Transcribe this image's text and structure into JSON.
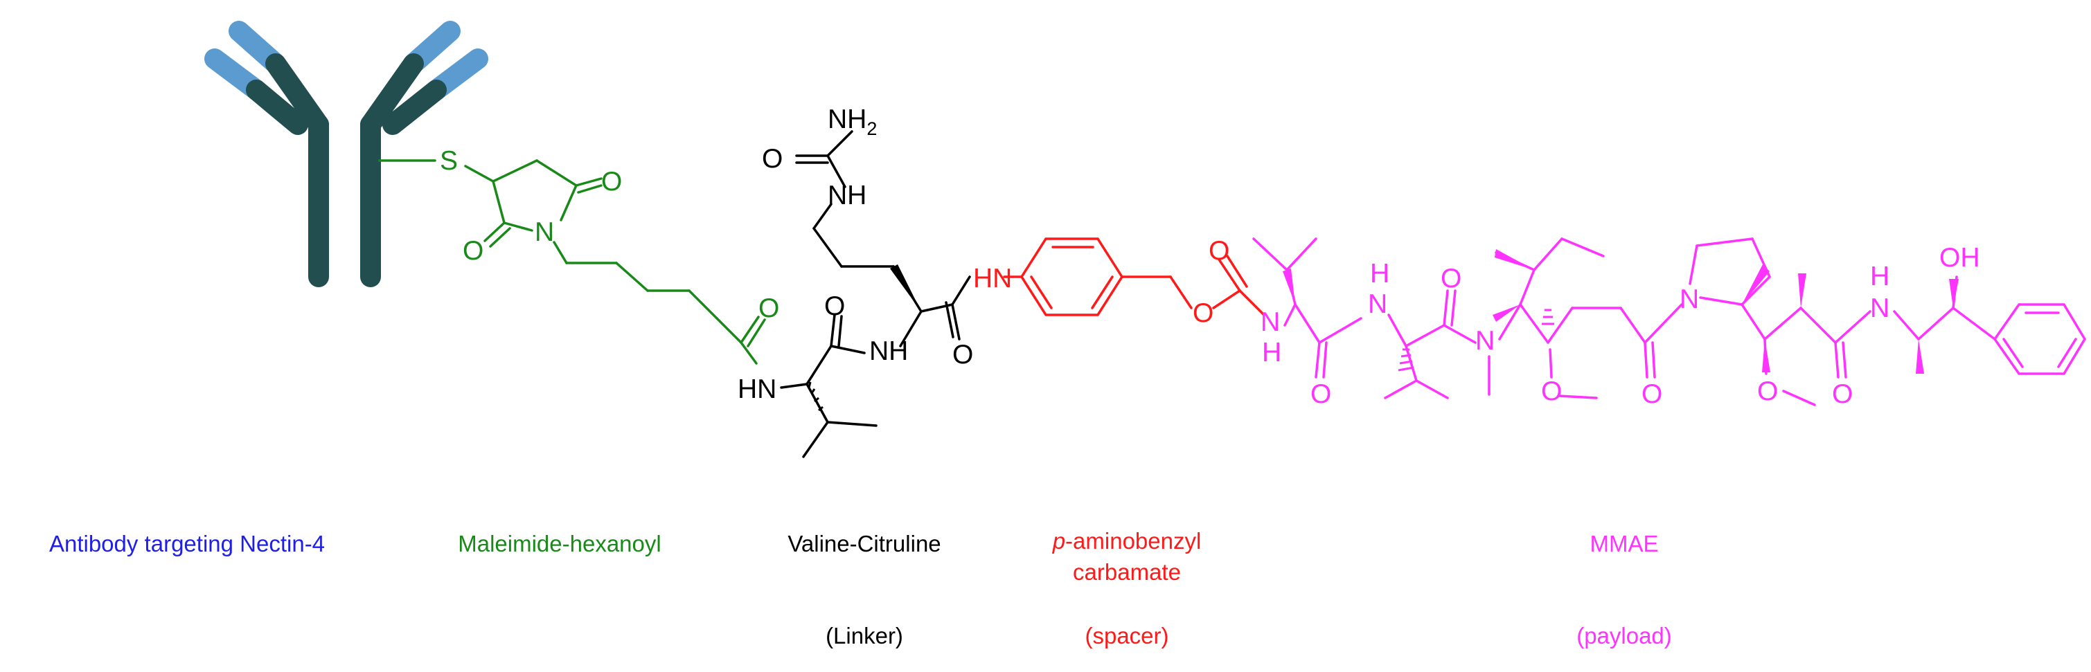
{
  "colors": {
    "antibody_light": "#5b9bd0",
    "antibody_dark": "#234e4f",
    "antibody_label": "#1f1fe6",
    "maleimide": "#198a19",
    "linker": "#000000",
    "spacer": "#ff1a1a",
    "payload": "#ff33ff"
  },
  "captions": {
    "antibody": "Antibody targeting Nectin-4",
    "maleimide": "Maleimide-hexanoyl",
    "linker_name": "Valine-Citruline",
    "linker_role": "(Linker)",
    "spacer_italic": "p",
    "spacer_line1_rest": "-aminobenzyl",
    "spacer_line2": "carbamate",
    "spacer_role": "(spacer)",
    "payload_name": "MMAE",
    "payload_role": "(payload)"
  },
  "atoms": {
    "S": "S",
    "O": "O",
    "N": "N",
    "NH": "NH",
    "HN": "HN",
    "H": "H",
    "NH2_main": "NH",
    "NH2_sub": "2",
    "OH": "OH"
  }
}
